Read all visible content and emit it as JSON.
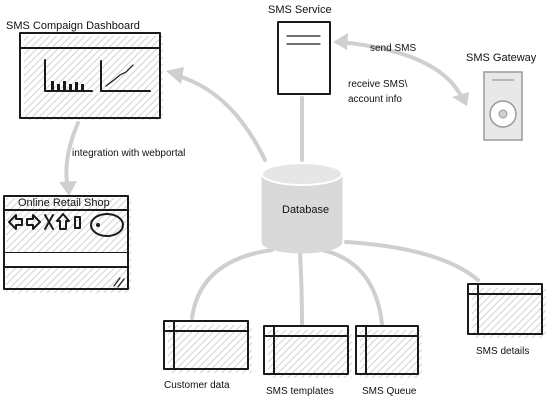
{
  "nodes": {
    "dashboard": {
      "label": "SMS Compaign Dashboard"
    },
    "service": {
      "label": "SMS Service"
    },
    "gateway": {
      "label": "SMS Gateway"
    },
    "database": {
      "label": "Database"
    },
    "shop": {
      "label": "Online Retail Shop"
    },
    "customer_data": {
      "label": "Customer data"
    },
    "sms_templates": {
      "label": "SMS templates"
    },
    "sms_queue": {
      "label": "SMS Queue"
    },
    "sms_details": {
      "label": "SMS details"
    }
  },
  "edges": {
    "send_sms": "send SMS",
    "receive_sms_line1": "receive SMS\\",
    "receive_sms_line2": "account info",
    "integration": "integration with webportal"
  },
  "shop_icons": [
    "arrow-left-icon",
    "arrow-right-icon",
    "close-x-icon",
    "arrow-up-icon",
    "small-rect-icon",
    "oval-icon"
  ],
  "colors": {
    "connector": "#cfcfcf",
    "box_fill": "#d9d9d9",
    "server_fill": "#bdbdbd",
    "outline": "#1a1a1a"
  }
}
